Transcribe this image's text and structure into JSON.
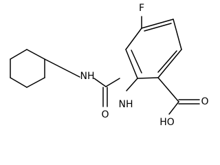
{
  "labels": {
    "fluorine": "F",
    "nh_cyclohexyl": "NH",
    "nh_aryl": "NH",
    "urea_oxygen": "O",
    "carbonyl_oxygen": "O",
    "hydroxyl": "HO"
  },
  "colors": {
    "bond": "#000000",
    "label": "#000000",
    "background": "#ffffff"
  }
}
